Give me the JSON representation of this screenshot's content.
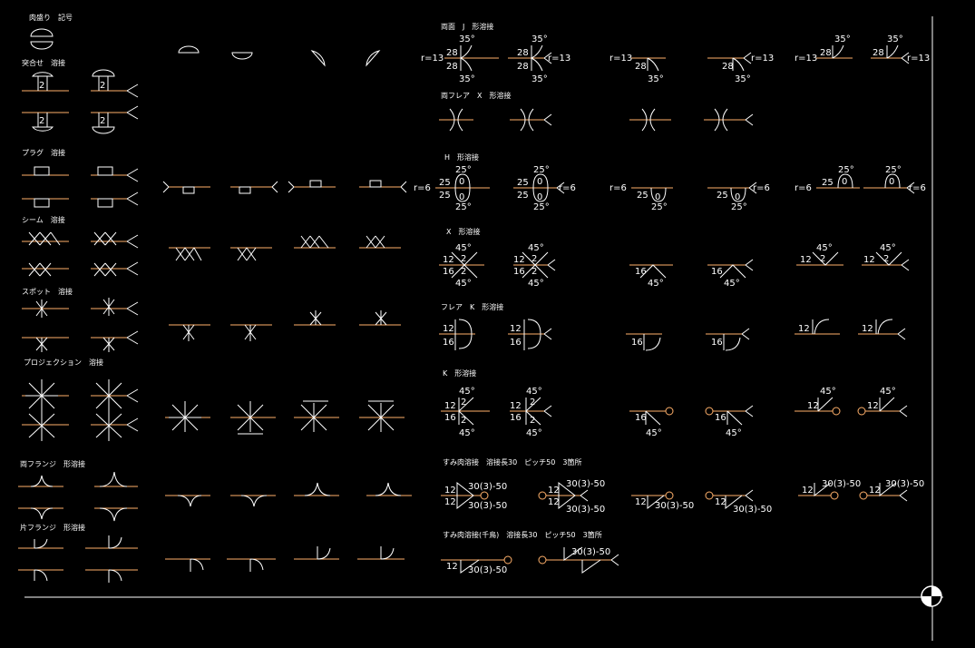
{
  "section_labels": {
    "nikumori": "肉盛り　記号",
    "tsugiawase": "突合せ　溶接",
    "plug": "プラグ　溶接",
    "seam": "シーム　溶接",
    "spot": "スポット　溶接",
    "projection": "プロジェクション　溶接",
    "ryou_flange": "両フランジ　形溶接",
    "kata_flange": "片フランジ　形溶接",
    "ryoumen_j": "両面　J　形溶接",
    "ryou_flare_x": "両フレア　X　形溶接",
    "h_kei": "H　形溶接",
    "x_kei": "X　形溶接",
    "flare_k": "フレア　K　形溶接",
    "k_kei": "K　形溶接",
    "sumi_niku": "すみ肉溶接　溶接長30　ピッチ50　3箇所",
    "sumi_niku_chidori": "すみ肉溶接(千鳥)　溶接長30　ピッチ50　3箇所"
  },
  "dims": {
    "j_angle": "35°",
    "j_depth": "28",
    "j_radius": "r=13",
    "h_angle": "25°",
    "h_depth": "25",
    "h_gap": "0",
    "h_radius": "r=6",
    "x_angle": "45°",
    "x_depth_a": "12",
    "x_depth_b": "16",
    "x_gap": "2",
    "fk_a": "12",
    "fk_b": "16",
    "k_angle": "45°",
    "k_a": "12",
    "k_b": "16",
    "k_gap": "2",
    "fillet_size": "12",
    "fillet_spec": "30(3)-50",
    "butt_gap": "2"
  },
  "colors": {
    "background": "#000000",
    "line_white": "#ffffff",
    "line_orange": "#ffb06a"
  }
}
